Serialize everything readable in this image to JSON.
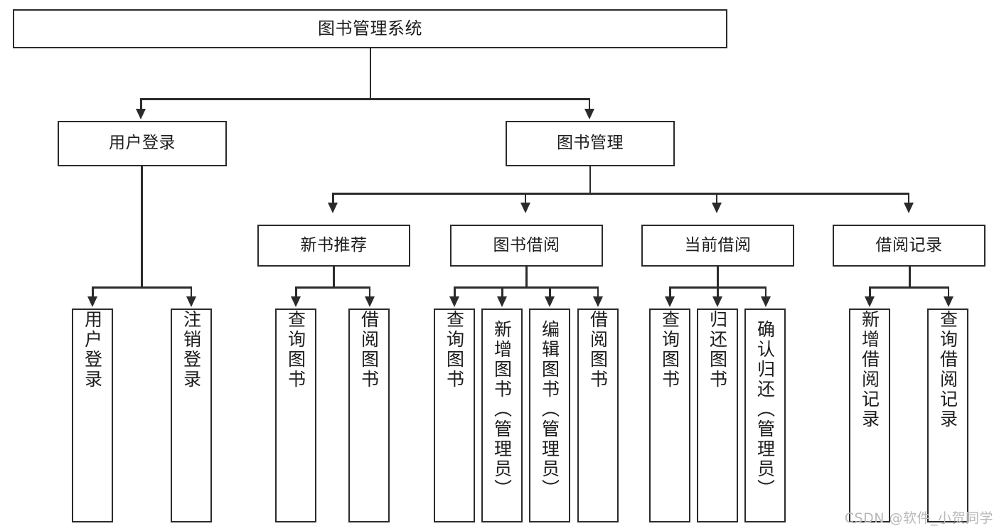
{
  "diagram": {
    "type": "tree-hierarchy",
    "title": "图书管理系统",
    "watermark": "CSDN @软件_小贺同学",
    "colors": {
      "stroke": "#2b2b2b",
      "fill": "#ffffff",
      "text": "#1d1d1d",
      "watermark": "#b9b9b9"
    },
    "levels": [
      {
        "level": 1,
        "nodes": [
          {
            "id": "root",
            "label": "图书管理系统",
            "orientation": "horizontal"
          }
        ]
      },
      {
        "level": 2,
        "nodes": [
          {
            "id": "login",
            "label": "用户登录",
            "orientation": "horizontal",
            "parent": "root"
          },
          {
            "id": "bookmgr",
            "label": "图书管理",
            "orientation": "horizontal",
            "parent": "root"
          }
        ]
      },
      {
        "level": 3,
        "nodes": [
          {
            "id": "newbook",
            "label": "新书推荐",
            "orientation": "horizontal",
            "parent": "bookmgr"
          },
          {
            "id": "borrow",
            "label": "图书借阅",
            "orientation": "horizontal",
            "parent": "bookmgr"
          },
          {
            "id": "current",
            "label": "当前借阅",
            "orientation": "horizontal",
            "parent": "bookmgr"
          },
          {
            "id": "records",
            "label": "借阅记录",
            "orientation": "horizontal",
            "parent": "bookmgr"
          }
        ]
      },
      {
        "level": 4,
        "nodes": [
          {
            "id": "leaf-1",
            "label": "用户登录",
            "orientation": "vertical",
            "parent": "login"
          },
          {
            "id": "leaf-2",
            "label": "注销登录",
            "orientation": "vertical",
            "parent": "login"
          },
          {
            "id": "leaf-3",
            "label": "查询图书",
            "orientation": "vertical",
            "parent": "newbook"
          },
          {
            "id": "leaf-4",
            "label": "借阅图书",
            "orientation": "vertical",
            "parent": "newbook"
          },
          {
            "id": "leaf-5",
            "label": "查询图书",
            "orientation": "vertical",
            "parent": "borrow"
          },
          {
            "id": "leaf-6",
            "label": "新增图书（管理员）",
            "orientation": "vertical",
            "parent": "borrow"
          },
          {
            "id": "leaf-7",
            "label": "编辑图书（管理员）",
            "orientation": "vertical",
            "parent": "borrow"
          },
          {
            "id": "leaf-8",
            "label": "借阅图书",
            "orientation": "vertical",
            "parent": "borrow"
          },
          {
            "id": "leaf-9",
            "label": "查询图书",
            "orientation": "vertical",
            "parent": "current"
          },
          {
            "id": "leaf-10",
            "label": "归还图书",
            "orientation": "vertical",
            "parent": "current"
          },
          {
            "id": "leaf-11",
            "label": "确认归还（管理员）",
            "orientation": "vertical",
            "parent": "current"
          },
          {
            "id": "leaf-12",
            "label": "新增借阅记录",
            "orientation": "vertical",
            "parent": "records"
          },
          {
            "id": "leaf-13",
            "label": "查询借阅记录",
            "orientation": "vertical",
            "parent": "records"
          }
        ]
      }
    ]
  }
}
